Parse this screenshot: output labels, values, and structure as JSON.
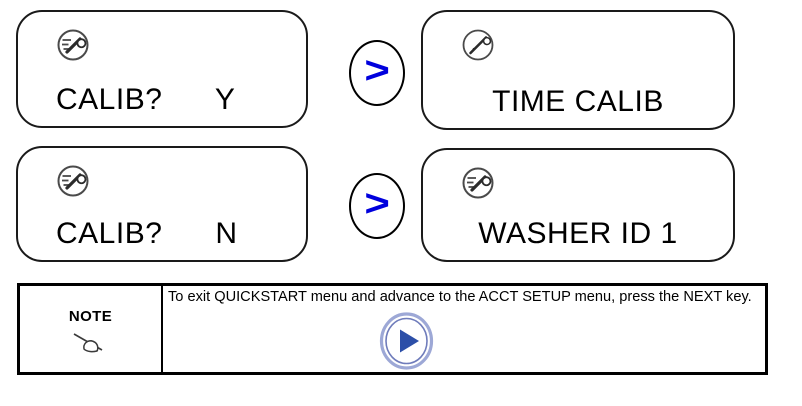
{
  "diagram": {
    "type": "menu-flow",
    "panels": [
      {
        "id": "calib-y",
        "icon": "calibration-gauge-icon",
        "text": "CALIB?      Y",
        "align": "left",
        "row": 1,
        "column": "left"
      },
      {
        "id": "time-calib",
        "icon": "calibration-probe-icon",
        "text": "TIME CALIB",
        "align": "center",
        "row": 1,
        "column": "right"
      },
      {
        "id": "calib-n",
        "icon": "calibration-gauge-icon",
        "text": "CALIB?      N",
        "align": "left",
        "row": 2,
        "column": "left"
      },
      {
        "id": "washer-id-1",
        "icon": "calibration-gauge-icon",
        "text": "WASHER ID 1",
        "align": "center",
        "row": 2,
        "column": "right"
      }
    ],
    "connectors": [
      {
        "id": "connector-row-1",
        "glyph": ">",
        "label": "next",
        "color": "#0000dd"
      },
      {
        "id": "connector-row-2",
        "glyph": ">",
        "label": "next",
        "color": "#0000dd"
      }
    ]
  },
  "note": {
    "label": "NOTE",
    "icon": "pointing-hand-icon",
    "body": "To exit QUICKSTART menu and advance to the ACCT SETUP menu, press the NEXT key.",
    "key_icon": "play-next-key-icon"
  },
  "colors": {
    "chevron_blue": "#0000dd",
    "play_blue": "#2c4fa8",
    "play_ring": "#9da8d6",
    "outline_black": "#1a1a1a",
    "text_black": "#000000",
    "background": "#ffffff"
  }
}
